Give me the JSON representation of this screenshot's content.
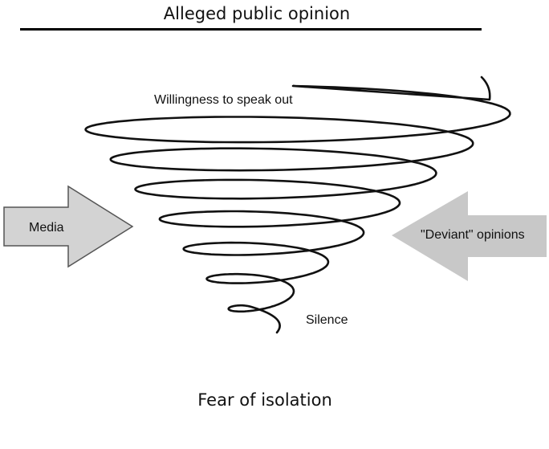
{
  "title": "Alleged public opinion",
  "labels": {
    "willingness": "Willingness to speak out",
    "silence": "Silence",
    "media": "Media",
    "deviant": "\"Deviant\" opinions"
  },
  "footer": "Fear of isolation",
  "colors": {
    "arrow_left_fill": "#d3d3d3",
    "arrow_left_stroke": "#555555",
    "arrow_right_fill": "#c8c8c8",
    "spiral_stroke": "#111111"
  }
}
